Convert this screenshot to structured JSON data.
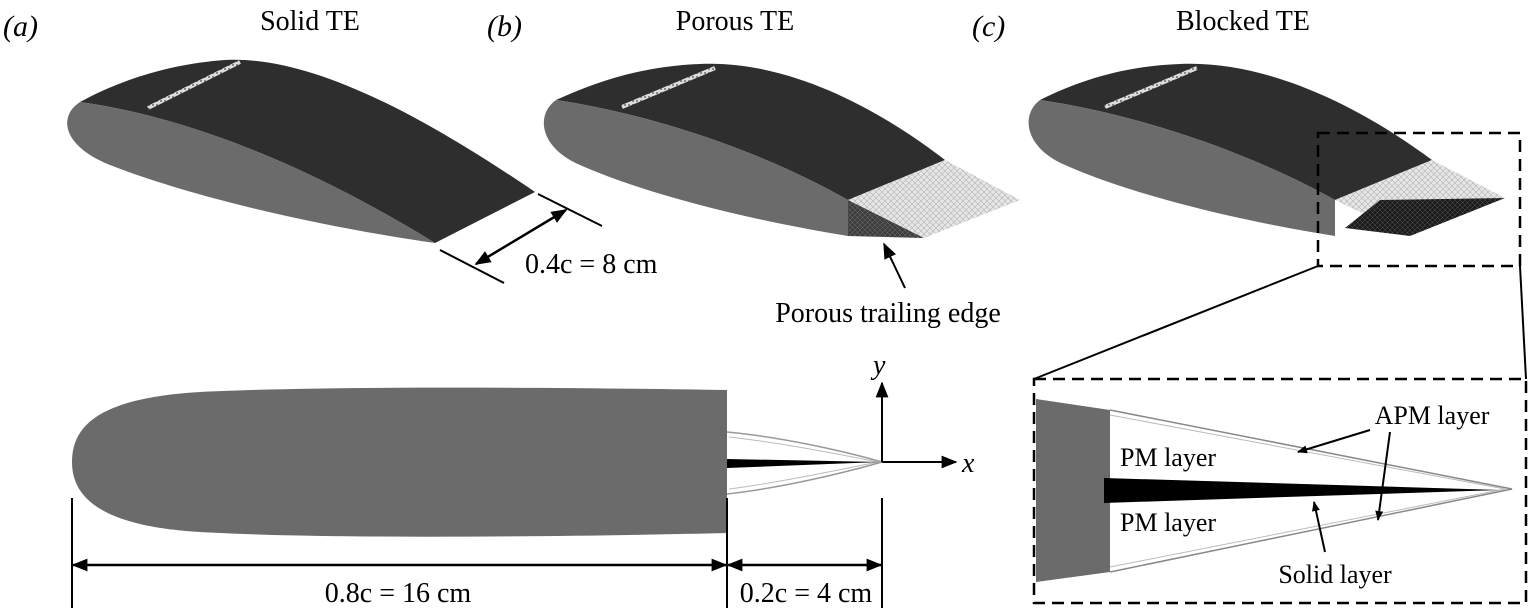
{
  "panels": {
    "a": {
      "tag": "(a)",
      "title": "Solid TE"
    },
    "b": {
      "tag": "(b)",
      "title": "Porous TE"
    },
    "c": {
      "tag": "(c)",
      "title": "Blocked TE"
    }
  },
  "dimensions": {
    "span_label": "0.4c = 8 cm",
    "solid_chord_label": "0.8c = 16 cm",
    "porous_chord_label": "0.2c = 4 cm"
  },
  "annotations": {
    "porous_te": "Porous trailing edge",
    "axis_x": "x",
    "axis_y": "y",
    "apm_layer": "APM layer",
    "pm_layer_top": "PM layer",
    "pm_layer_bottom": "PM layer",
    "solid_layer": "Solid layer"
  },
  "colors": {
    "side_face": "#6b6b6b",
    "top_surface": "#2e2e2e",
    "porous_light": "#e4e4e4",
    "porous_dark": "#1e1e1e",
    "insert": "#000000"
  }
}
